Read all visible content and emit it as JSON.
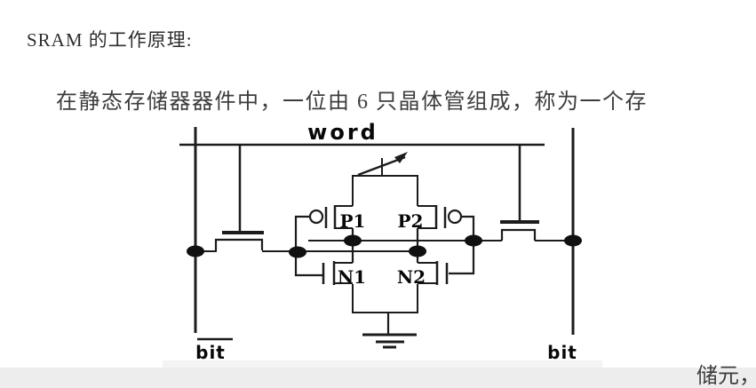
{
  "document": {
    "heading": "SRAM 的工作原理:",
    "body_line": "在静态存储器器件中，一位由 6 只晶体管组成，称为一个存",
    "body_continuation": "储元，"
  },
  "figure": {
    "type": "circuit-diagram",
    "subject": "6-transistor SRAM storage cell",
    "labels": {
      "word": "word",
      "bit_left": "bit",
      "bit_left_has_overline": true,
      "bit_right": "bit",
      "p1": "P1",
      "p2": "P2",
      "n1": "N1",
      "n2": "N2"
    },
    "colors": {
      "line": "#1c1c1c",
      "label": "#080808",
      "shadow_band": "#ededed"
    }
  }
}
